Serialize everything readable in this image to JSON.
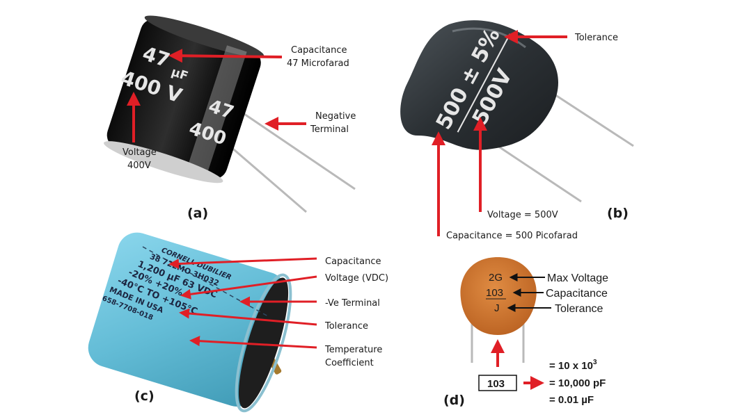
{
  "panels": {
    "a": {
      "tag": "(a)",
      "marking_value": "47",
      "marking_unit": "µF",
      "marking_voltage": "400 V",
      "marking_value_2": "47",
      "marking_voltage_2": "400",
      "capacitance_line1": "Capacitance",
      "capacitance_line2": "47 Microfarad",
      "negative_line1": "Negative",
      "negative_line2": "Terminal",
      "voltage_line1": "Voltage",
      "voltage_line2": "400V"
    },
    "b": {
      "tag": "(b)",
      "marking_top": "500 ± 5%",
      "marking_bottom": "500V",
      "tolerance_label": "Tolerance",
      "voltage_label": "Voltage = 500V",
      "capacitance_label": "Capacitance = 500 Picofarad"
    },
    "c": {
      "tag": "(c)",
      "print_lines": [
        "CORNELL DUBILIER",
        "38 722MO 3H032",
        "1,200 µF 63 VDC",
        "-20% +20%",
        "-40°C TO +105°C",
        "MADE IN USA",
        "658-7708-018"
      ],
      "capacitance_label": "Capacitance",
      "voltage_label": "Voltage (VDC)",
      "negative_label": "-Ve Terminal",
      "tolerance_label": "Tolerance",
      "temperature_line1": "Temperature",
      "temperature_line2": "Coefficient"
    },
    "d": {
      "tag": "(d)",
      "code_voltage": "2G",
      "code_capacitance": "103",
      "code_tolerance": "J",
      "max_voltage_label": "Max Voltage",
      "capacitance_label": "Capacitance",
      "tolerance_label": "Tolerance",
      "boxed_code": "103",
      "calc_line1": "= 10 x 10",
      "calc_line1_exp": "3",
      "calc_line2": "= 10,000 pF",
      "calc_line3": "= 0.01 µF"
    }
  },
  "colors": {
    "arrow_red": "#e01f26",
    "electrolytic_body": "#141414",
    "mica_body": "#2f3438",
    "can_body": "#6fc7e0",
    "ceramic_body": "#d2782e"
  }
}
